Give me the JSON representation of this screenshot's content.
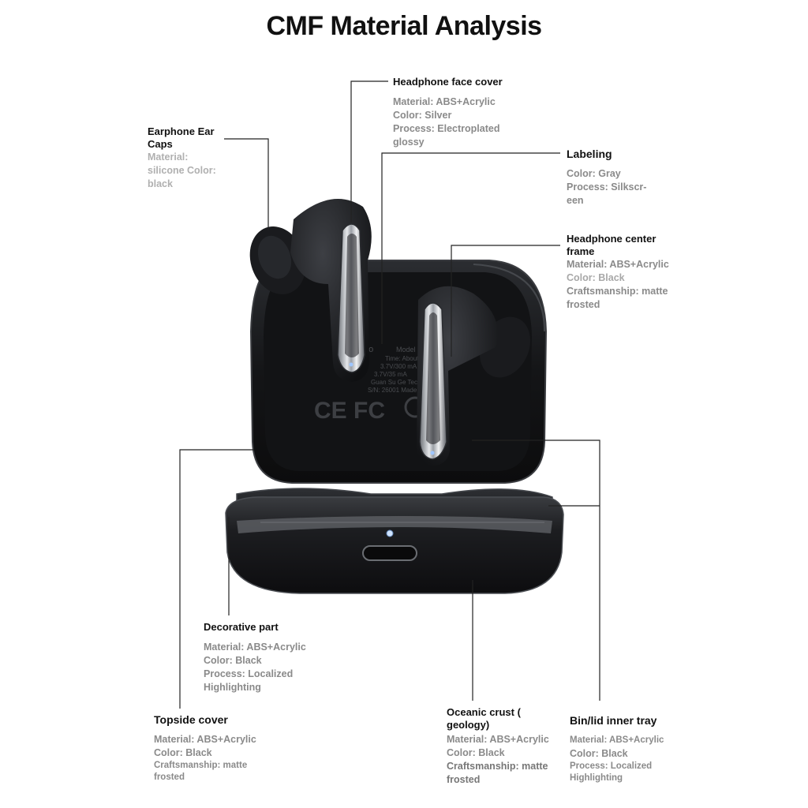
{
  "title": "CMF Material Analysis",
  "callouts": {
    "face_cover": {
      "heading": "Headphone face cover",
      "lines": [
        "Material: ABS+Acrylic",
        "Color: Silver",
        "Process: Electroplated glossy"
      ]
    },
    "ear_caps": {
      "heading": "Earphone Ear Caps",
      "lines": [
        "Material: silicone Color: black"
      ]
    },
    "labeling": {
      "heading": "Labeling",
      "lines": [
        "Color: Gray",
        "Process: Silkscr- een"
      ]
    },
    "center_frame": {
      "heading": "Headphone center frame",
      "lines": [
        "Material: ABS+Acrylic",
        "Color: Black",
        "Craftsmanship: matte frosted"
      ]
    },
    "decorative": {
      "heading": "Decorative part",
      "lines": [
        "Material: ABS+Acrylic",
        "Color: Black",
        "Process: Localized Highlighting"
      ]
    },
    "topside": {
      "heading": "Topside cover",
      "lines": [
        "Material: ABS+Acrylic",
        "Color: Black",
        "Craftsmanship: matte frosted"
      ]
    },
    "oceanic": {
      "heading": "Oceanic crust ( geology)",
      "lines": [
        "Material: ABS+Acrylic",
        "Color: Black",
        "Craftsmanship: matte frosted"
      ]
    },
    "inner_tray": {
      "heading": "Bin/lid inner tray",
      "lines": [
        "Material: ABS+Acrylic",
        "Color: Black",
        "Process: Localized Highlighting"
      ]
    }
  },
  "product_print": {
    "brand": "esido",
    "line1": "Model",
    "line2": "Time: About 5",
    "line3": "3.7V/300 mA",
    "line4": "3.7V/35 mA",
    "line5": "Guan Su Ge Tech",
    "line6": "S/N: 26001   Made in",
    "marks": "CE FC"
  },
  "colors": {
    "case_black": "#161719",
    "case_highlight": "#3a3c40",
    "silver": "#c9ccd1",
    "leader_line": "#222222",
    "heading_text": "#111111",
    "spec_text": "#8a8a8a"
  }
}
